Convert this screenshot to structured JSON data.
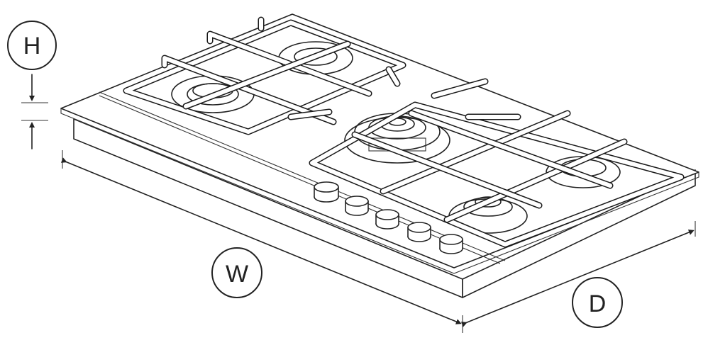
{
  "diagram": {
    "labels": {
      "height": "H",
      "width": "W",
      "depth": "D"
    },
    "burners": 5,
    "knobs": 5,
    "colors": {
      "line": "#222222",
      "background": "#ffffff"
    }
  }
}
